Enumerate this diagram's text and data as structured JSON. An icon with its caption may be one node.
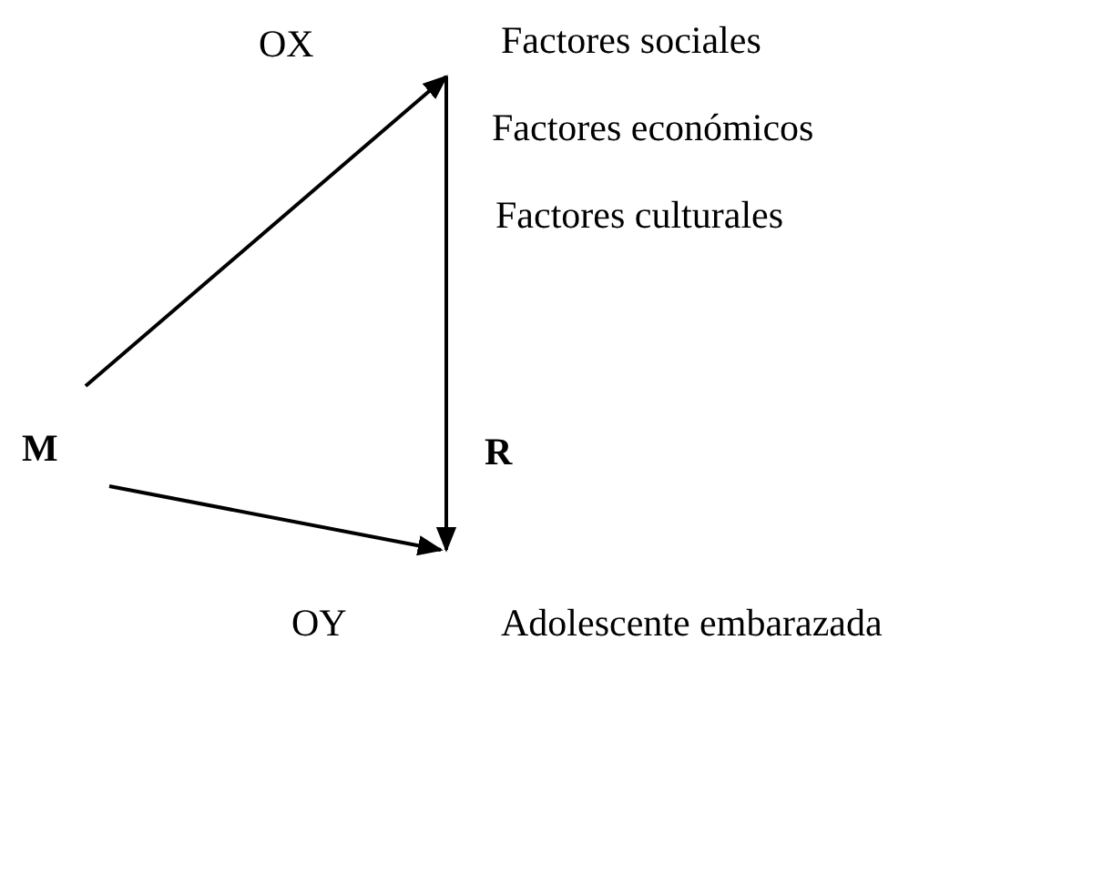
{
  "diagram": {
    "nodes": [
      {
        "text": [
          "M"
        ]
      },
      {
        "text": [
          "OX"
        ],
        "beside": [
          "Factores sociales",
          "Factores económicos",
          "Factores culturales"
        ]
      },
      {
        "text": [
          "OY"
        ]
      }
    ],
    "labels": [
      "Adolescente embarazada"
    ],
    "edges": [
      {
        "from": 0,
        "to": 1,
        "arrow": "to"
      },
      {
        "from": 0,
        "to": 2,
        "arrow": "to"
      },
      {
        "from": 1,
        "to": 2,
        "arrow": "to",
        "label": "R"
      }
    ]
  }
}
